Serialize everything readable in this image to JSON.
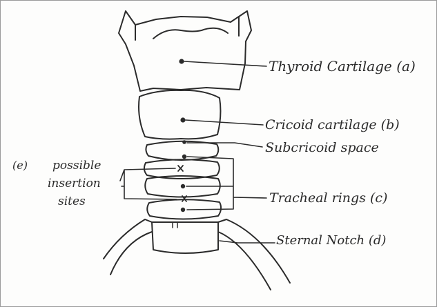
{
  "labels": {
    "thyroid": "Thyroid Cartilage (a)",
    "cricoid": "Cricoid cartilage (b)",
    "subcricoid": "Subcricoid space",
    "tracheal": "Tracheal rings (c)",
    "sternal": "Sternal Notch (d)",
    "insertion_marker": "(e)",
    "insertion_line1": "possible",
    "insertion_line2": "insertion",
    "insertion_line3": "sites"
  },
  "colors": {
    "ink": "#2b2b2b",
    "paper": "#fdfdfc",
    "frame": "#9a9a9a"
  }
}
